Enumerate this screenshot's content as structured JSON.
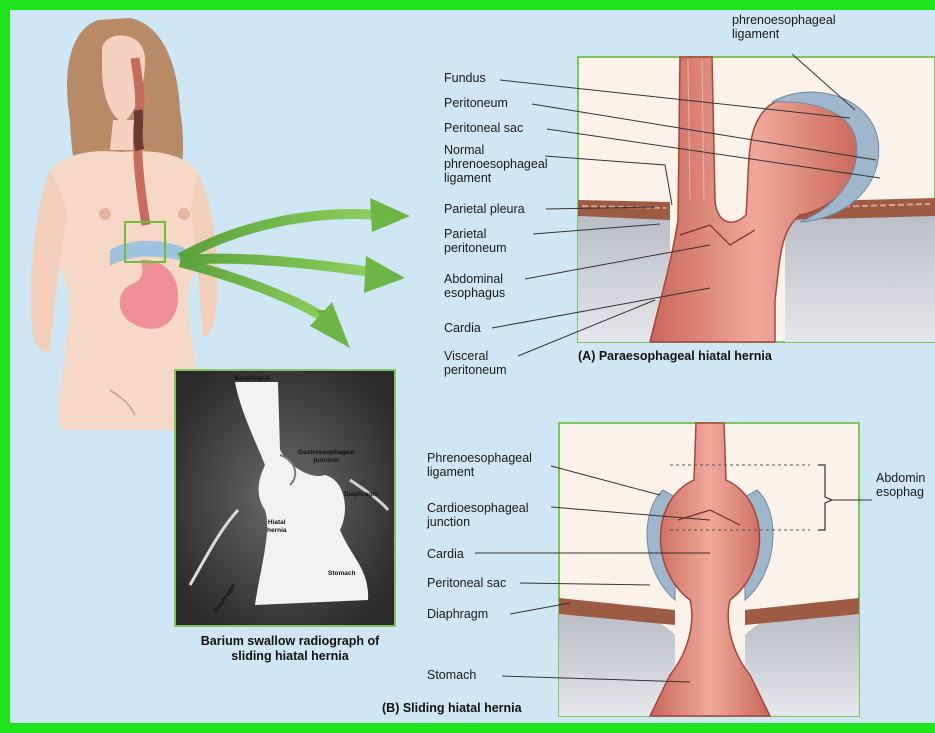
{
  "frame_color": "#1ee41e",
  "background_color": "#cfe6f4",
  "panelA": {
    "caption": "(A) Paraesophageal hiatal hernia",
    "labels": {
      "top_ligament": "phrenoesophageal\nligament",
      "fundus": "Fundus",
      "peritoneum": "Peritoneum",
      "peritoneal_sac": "Peritoneal sac",
      "normal_ligament": "Normal\nphrenoesophageal\nligament",
      "parietal_pleura": "Parietal pleura",
      "parietal_peritoneum": "Parietal\nperitoneum",
      "abdominal_esophagus": "Abdominal\nesophagus",
      "cardia": "Cardia",
      "visceral_peritoneum": "Visceral\nperitoneum"
    }
  },
  "panelB": {
    "caption": "(B) Sliding hiatal hernia",
    "labels": {
      "phreno_ligament": "Phrenoesophageal\nligament",
      "cardioesophageal_junction": "Cardioesophageal\njunction",
      "cardia": "Cardia",
      "peritoneal_sac": "Peritoneal sac",
      "diaphragm": "Diaphragm",
      "stomach": "Stomach",
      "abdominal_esophagus": "Abdomin\nesophag"
    }
  },
  "xray": {
    "caption": "Barium swallow radiograph of\nsliding hiatal hernia",
    "labels": {
      "esophagus": "Esophagus",
      "ge_junction": "Gastroesophageal\njunction",
      "diaphragm_right": "Diaphragm",
      "hiatal_hernia": "Hiatal\nhernia",
      "stomach": "Stomach",
      "diaphragm_left": "Diaphragm"
    }
  }
}
